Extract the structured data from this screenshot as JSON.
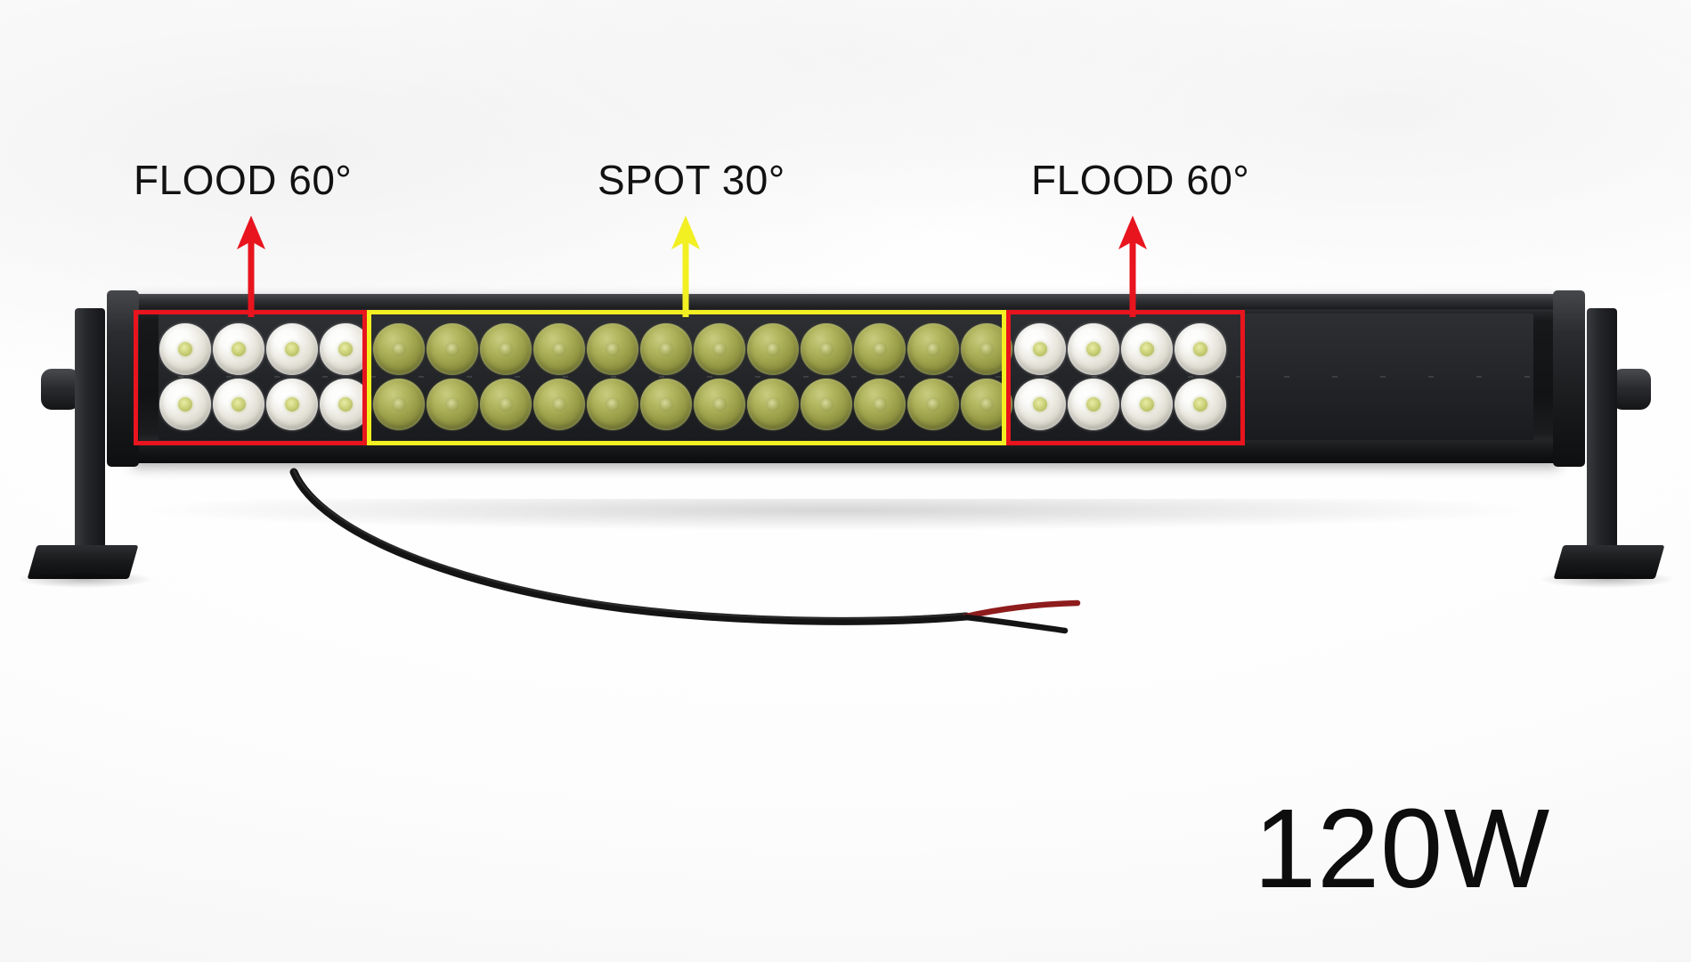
{
  "product": {
    "wattage_label": "120W",
    "type": "led-light-bar",
    "total_leds": 40
  },
  "annotations": [
    {
      "id": "flood-left",
      "label": "FLOOD 60°",
      "beam": "flood",
      "angle_degrees": 60,
      "color": "#e8141e",
      "arrow_color": "#e8141e",
      "box_color": "#e8141e",
      "led_count": 8,
      "led_columns": 4,
      "led_rows": 2
    },
    {
      "id": "spot-center",
      "label": "SPOT 30°",
      "beam": "spot",
      "angle_degrees": 30,
      "color": "#f2ef22",
      "arrow_color": "#f2ef22",
      "box_color": "#f2ef22",
      "led_count": 24,
      "led_columns": 12,
      "led_rows": 2
    },
    {
      "id": "flood-right",
      "label": "FLOOD 60°",
      "beam": "flood",
      "angle_degrees": 60,
      "color": "#e8141e",
      "arrow_color": "#e8141e",
      "box_color": "#e8141e",
      "led_count": 8,
      "led_columns": 4,
      "led_rows": 2
    }
  ],
  "colors": {
    "background": "#ffffff",
    "housing": "#17181a",
    "annotation_red": "#e8141e",
    "annotation_yellow": "#f2ef22",
    "flood_led": "#f2f0e8",
    "spot_led": "#9a9e48",
    "text": "#121212",
    "wire_black": "#1a1a1a",
    "wire_red": "#8e1c1c"
  },
  "hardware": {
    "bracket_left": "mounting-bracket",
    "bracket_right": "mounting-bracket",
    "foot_left": "mounting-foot",
    "foot_right": "mounting-foot",
    "wire_harness": "power-wire-harness"
  }
}
